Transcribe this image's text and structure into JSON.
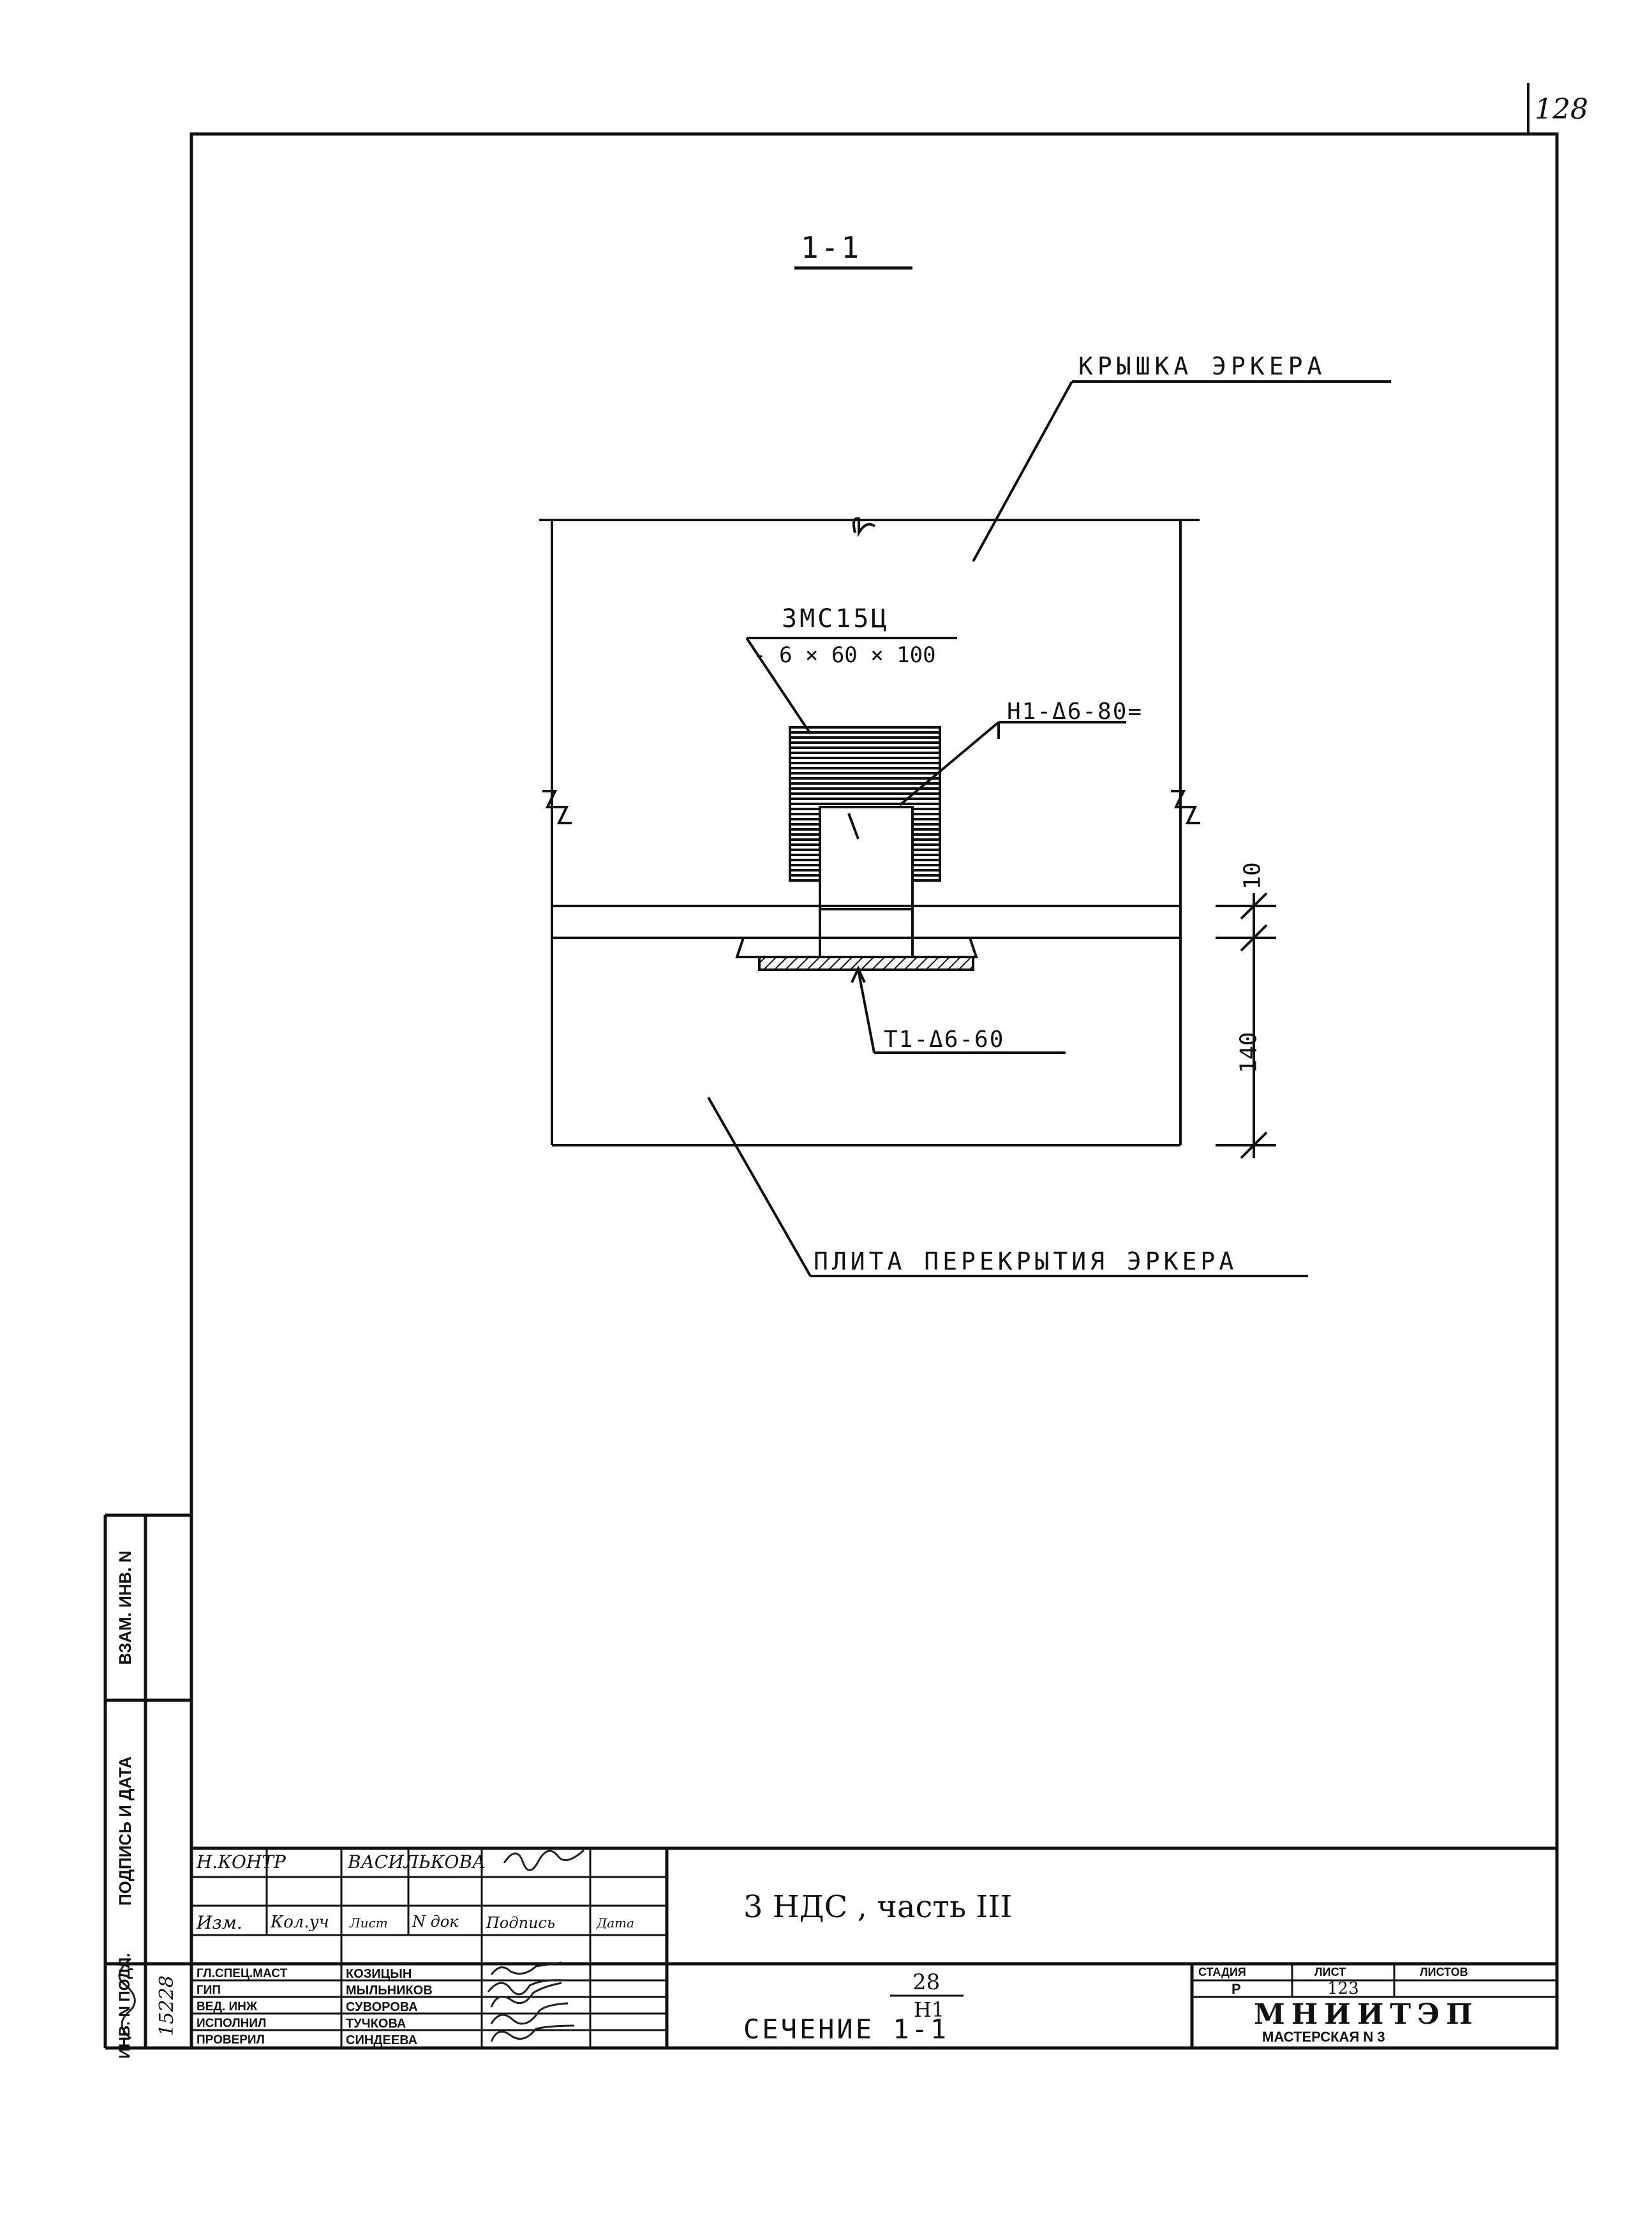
{
  "sheet_corner_number": "128",
  "drawing": {
    "section_mark": "1-1",
    "label_roof_cap": "КРЫШКА ЭРКЕРА",
    "label_slab": "ПЛИТА ПЕРЕКРЫТИЯ ЭРКЕРА",
    "weld_plate_top": "3МС15Ц",
    "weld_plate_bottom": "- 6 × 60 × 100",
    "weld_upper": "Н1-Δ6-80=",
    "weld_lower": "Т1-Δ6-60",
    "dim_10": "10",
    "dim_140": "140"
  },
  "side_stamp": {
    "vzam_inv": "ВЗАМ. ИНВ. N",
    "podpis_data": "ПОДПИСЬ И ДАТА",
    "inv_podl": "ИНВ. N ПОДЛ.",
    "inv_number_handwritten": "15228"
  },
  "title_block": {
    "norm_control_label": "Н.КОНТР",
    "norm_control_name": "ВАСИЛЬКОВА",
    "header": {
      "izm": "Изм.",
      "kol_uch": "Кол.уч",
      "list": "Лист",
      "n_dok": "N док",
      "podpis": "Подпись",
      "data": "Дата"
    },
    "roles": [
      {
        "role": "ГЛ.СПЕЦ.МАСТ",
        "name": "КОЗИЦЫН"
      },
      {
        "role": "ГИП",
        "name": "МЫЛЬНИКОВ"
      },
      {
        "role": "ВЕД. ИНЖ",
        "name": "СУВОРОВА"
      },
      {
        "role": "ИСПОЛНИЛ",
        "name": "ТУЧКОВА"
      },
      {
        "role": "ПРОВЕРИЛ",
        "name": "СИНДЕЕВА"
      }
    ],
    "project_title": "3 НДС , часть III",
    "code_numerator": "28",
    "code_denominator": "Н1",
    "sheet_title": "СЕЧЕНИЕ 1-1",
    "stage_label": "СТАДИЯ",
    "sheet_label": "ЛИСТ",
    "sheets_label": "ЛИСТОВ",
    "stage_value": "Р",
    "sheet_value": "123",
    "org_name": "МНИИТЭП",
    "org_sub": "МАСТЕРСКАЯ N 3"
  }
}
